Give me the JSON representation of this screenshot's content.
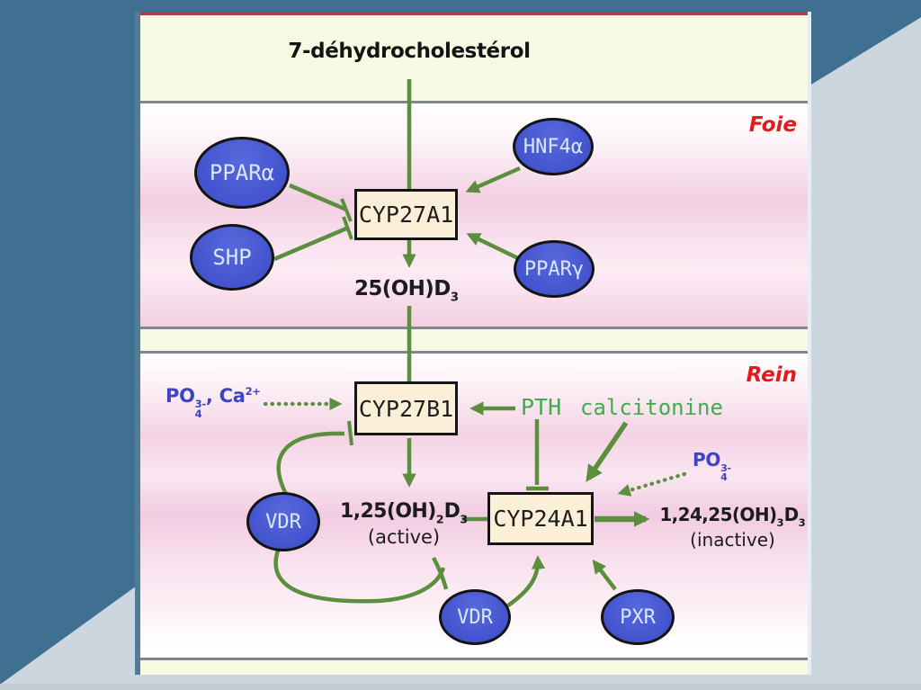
{
  "colors": {
    "slide_blue": "#3f7092",
    "slide_bg": "#ccd6de",
    "panel_cream": "#f7fae3",
    "maroon_line": "#a23f5f",
    "gray_line": "#82868c",
    "arrow_green": "#5c8f3d",
    "label_green": "#41ab4e",
    "chem_blue": "#3a44c5",
    "section_red": "#e31a1d",
    "node_blue": "#4656d0",
    "enzyme_box_fill": "#fcefd8"
  },
  "title": "7-déhydrocholestérol",
  "sections": {
    "liver": "Foie",
    "kidney": "Rein"
  },
  "enzymes": {
    "cyp27a1": "CYP27A1",
    "cyp27b1": "CYP27B1",
    "cyp24a1": "CYP24A1"
  },
  "nodes": {
    "ppar_alpha": "PPARα",
    "shp": "SHP",
    "hnf4_alpha": "HNF4α",
    "ppar_gamma": "PPARγ",
    "vdr_left": "VDR",
    "vdr_bottom": "VDR",
    "pxr": "PXR"
  },
  "metabolites": {
    "d25": {
      "base": "25(OH)D",
      "sub": "3"
    },
    "d125": {
      "base": "1,25(OH)",
      "sub1": "2",
      "mid": "D",
      "sub2": "3",
      "state": "(active)"
    },
    "d12425": {
      "base": "1,24,25(OH)",
      "sub1": "3",
      "mid": "D",
      "sub2": "3",
      "state": "(inactive)"
    }
  },
  "regulators": {
    "po4_ca": {
      "po": "PO",
      "po_sup": "3-",
      "po_sub": "4",
      "sep": ", ",
      "ca": "Ca",
      "ca_sup": "2+"
    },
    "pth": "PTH",
    "calcitonine": "calcitonine",
    "po4": {
      "po": "PO",
      "po_sup": "3-",
      "po_sub": "4"
    }
  }
}
